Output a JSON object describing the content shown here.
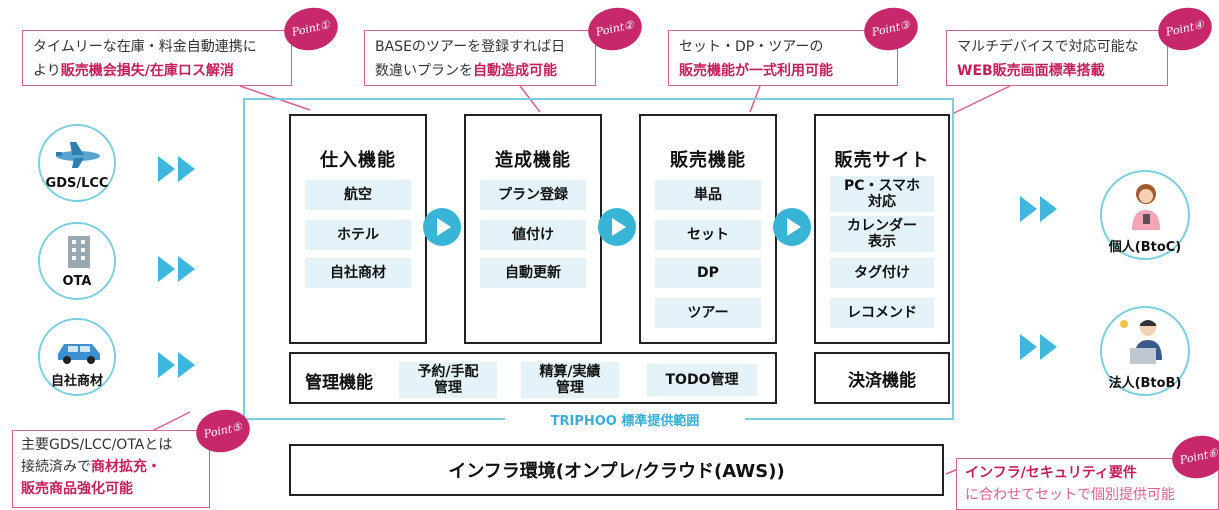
{
  "callouts": [
    {
      "line1": "タイムリーな在庫・料金自動連携に",
      "pre2": "より",
      "hl2": "販売機会損失/在庫ロス解消",
      "point": "Point①"
    },
    {
      "line1": "BASEのツアーを登録すれば日",
      "pre2": "数違いプランを",
      "hl2": "自動造成可能",
      "point": "Point②"
    },
    {
      "line1": "セット・DP・ツアーの",
      "pre2": "",
      "hl2": "販売機能が一式利用可能",
      "point": "Point③"
    },
    {
      "line1": "マルチデバイスで対応可能な",
      "pre2": "",
      "hl2": "WEB販売画面標準搭載",
      "point": "Point④"
    }
  ],
  "callout5": {
    "line1": "主要GDS/LCC/OTAとは",
    "pre2": "接続済みで",
    "hl2": "商材拡充・",
    "line3": "販売商品強化可能",
    "point": "Point⑤"
  },
  "callout6": {
    "line1": "インフラ/セキュリティ要件",
    "line2": "に合わせてセットで個別提供可能",
    "point": "Point⑥"
  },
  "sources": [
    {
      "label": "GDS/LCC",
      "icon": "airplane-icon"
    },
    {
      "label": "OTA",
      "icon": "building-icon"
    },
    {
      "label": "自社商材",
      "icon": "car-icon"
    }
  ],
  "modules": [
    {
      "title": "仕入機能",
      "items": [
        "航空",
        "ホテル",
        "自社商材"
      ]
    },
    {
      "title": "造成機能",
      "items": [
        "プラン登録",
        "値付け",
        "自動更新"
      ]
    },
    {
      "title": "販売機能",
      "items": [
        "単品",
        "セット",
        "DP",
        "ツアー"
      ]
    },
    {
      "title": "販売サイト",
      "items": [
        "PC・スマホ対応",
        "カレンダー表示",
        "タグ付け",
        "レコメンド"
      ]
    }
  ],
  "management": {
    "title": "管理機能",
    "items": [
      "予約/手配管理",
      "精算/実績管理",
      "TODO管理"
    ]
  },
  "payment": "決済機能",
  "frame_label": "TRIPHOO 標準提供範囲",
  "infra": "インフラ環境(オンプレ/クラウド(AWS))",
  "targets": [
    {
      "label": "個人(BtoC)",
      "icon": "woman-with-phone-icon"
    },
    {
      "label": "法人(BtoB)",
      "icon": "businessman-laptop-icon"
    }
  ]
}
